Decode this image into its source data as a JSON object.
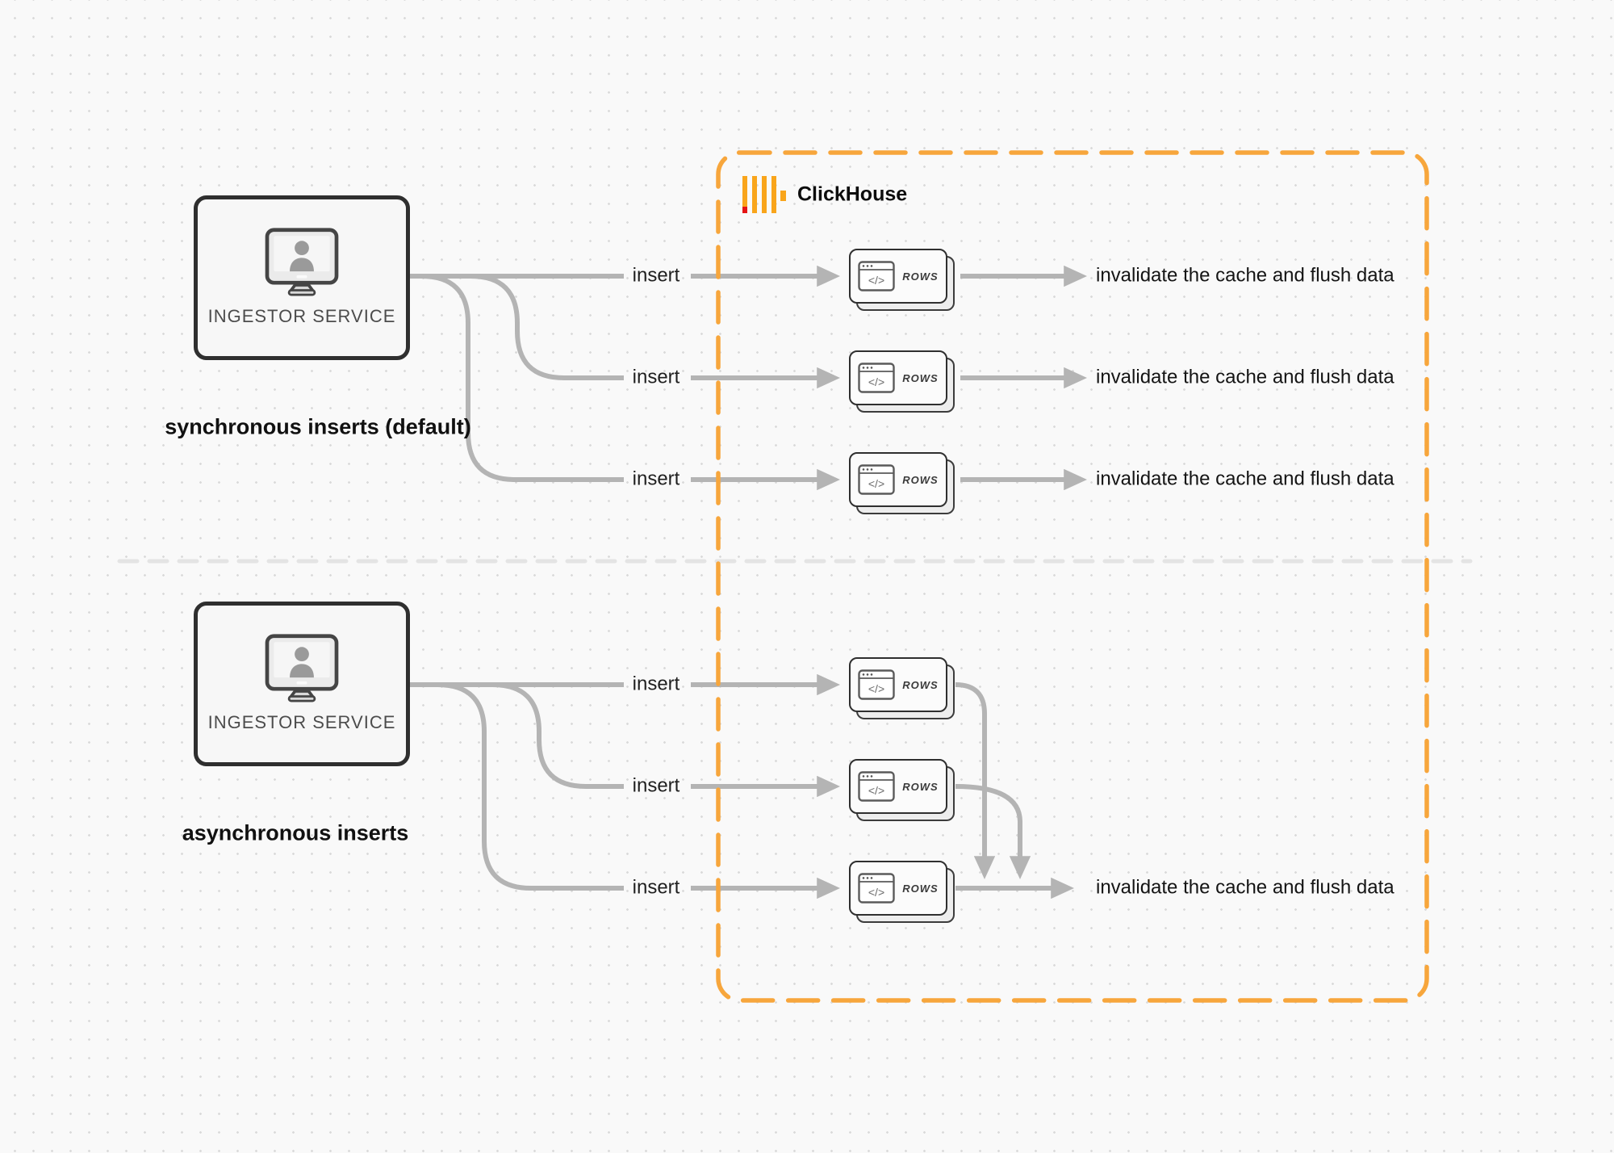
{
  "canvas": {
    "background": "#f9f9f9",
    "dot_color": "#dadada"
  },
  "colors": {
    "arrow_gray": "#b4b4b4",
    "box_border_dark": "#2f2f2f",
    "divider_gray": "#e4e4e4",
    "clickhouse_border_orange": "#F7A63C",
    "logo_bar_orange": "#F9A51B",
    "logo_accent_red": "#E51414"
  },
  "clickhouse": {
    "label": "ClickHouse"
  },
  "rows_card": {
    "code_glyph": "</>"
  },
  "sync": {
    "service_label": "INGESTOR SERVICE",
    "caption": "synchronous inserts (default)",
    "insert_labels": [
      "insert",
      "insert",
      "insert"
    ],
    "row_labels": [
      "ROWS",
      "ROWS",
      "ROWS"
    ],
    "invalidate_labels": [
      "invalidate the cache and flush data",
      "invalidate the cache and flush data",
      "invalidate the cache and flush data"
    ]
  },
  "async": {
    "service_label": "INGESTOR SERVICE",
    "caption": "asynchronous inserts",
    "insert_labels": [
      "insert",
      "insert",
      "insert"
    ],
    "row_labels": [
      "ROWS",
      "ROWS",
      "ROWS"
    ],
    "invalidate_label": "invalidate the cache and flush data"
  }
}
